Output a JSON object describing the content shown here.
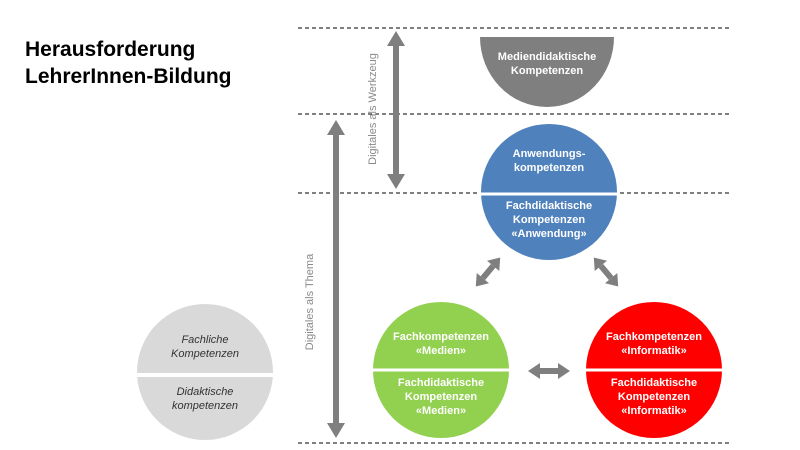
{
  "title": {
    "line1": "Herausforderung",
    "line2": "LehrerInnen-Bildung"
  },
  "axis_labels": {
    "werkzeug": "Digitales als Werkzeug",
    "thema": "Digitales als Thema"
  },
  "nodes": {
    "mediendidaktik": {
      "lines": [
        "Mediendidaktische",
        "Kompetenzen"
      ],
      "color": "#7f7f7f"
    },
    "anwendung": {
      "top": [
        "Anwendungs-",
        "kompetenzen"
      ],
      "bottom": [
        "Fachdidaktische",
        "Kompetenzen",
        "«Anwendung»"
      ],
      "color": "#4f81bd"
    },
    "medien": {
      "top": [
        "Fachkompetenzen",
        "«Medien»"
      ],
      "bottom": [
        "Fachdidaktische",
        "Kompetenzen",
        "«Medien»"
      ],
      "color": "#92d050"
    },
    "informatik": {
      "top": [
        "Fachkompetenzen",
        "«Informatik»"
      ],
      "bottom": [
        "Fachdidaktische",
        "Kompetenzen",
        "«Informatik»"
      ],
      "color": "#ff0000"
    },
    "fachlich": {
      "top": [
        "Fachliche",
        "Kompetenzen"
      ],
      "bottom": [
        "Didaktische",
        "kompetenzen"
      ],
      "color": "#d9d9d9"
    }
  },
  "colors": {
    "arrow": "#7f7f7f",
    "dashed_line": "#000000"
  }
}
